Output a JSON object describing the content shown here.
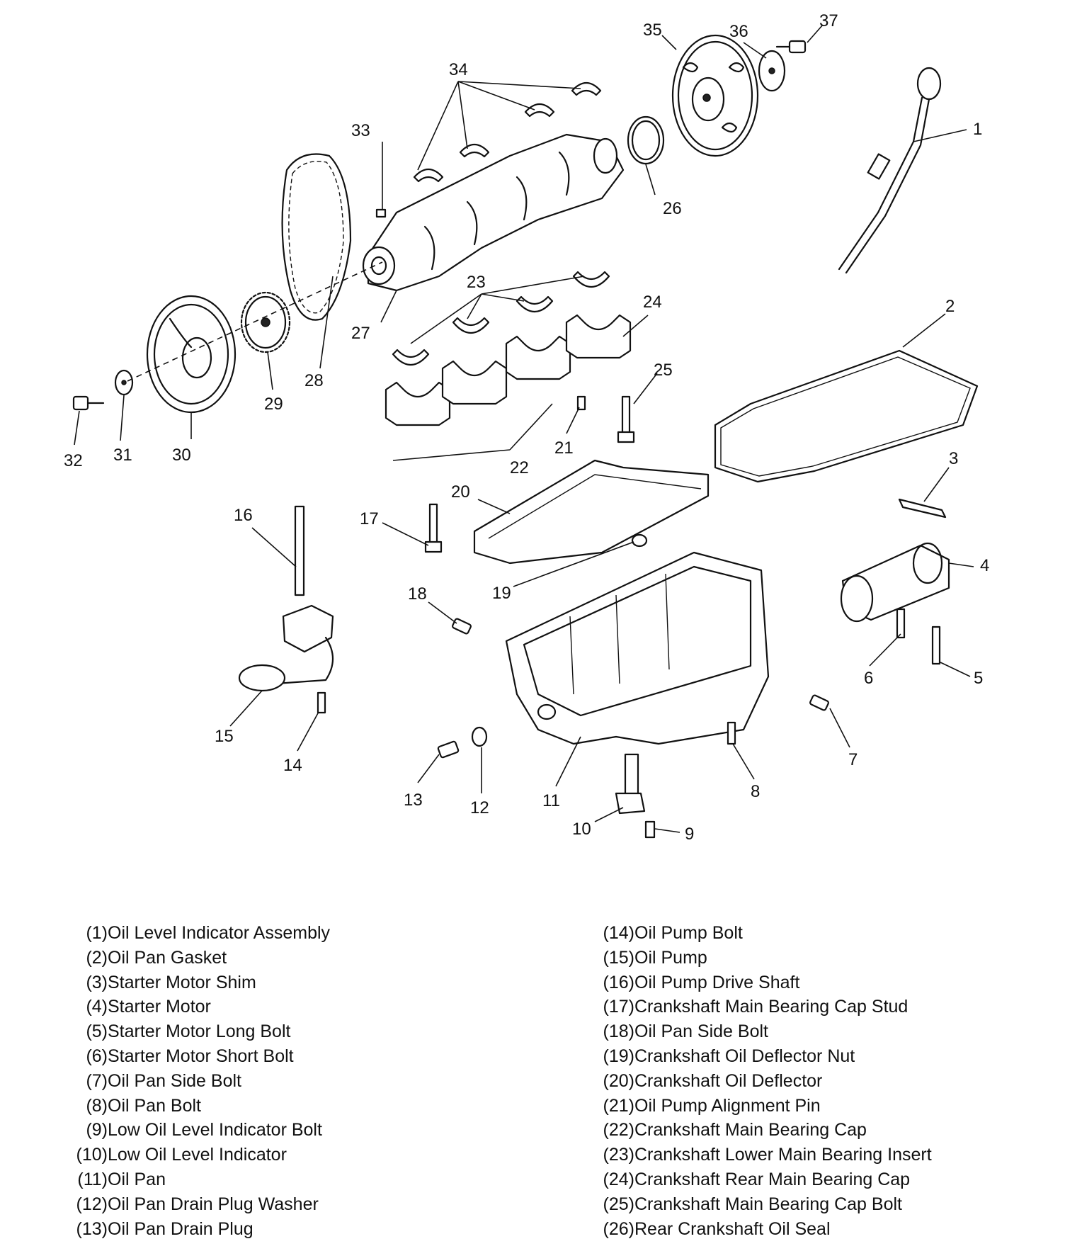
{
  "callouts": [
    "1",
    "2",
    "3",
    "4",
    "5",
    "6",
    "7",
    "8",
    "9",
    "10",
    "11",
    "12",
    "13",
    "14",
    "15",
    "16",
    "17",
    "18",
    "19",
    "20",
    "21",
    "22",
    "23",
    "24",
    "25",
    "26",
    "27",
    "28",
    "29",
    "30",
    "31",
    "32",
    "33",
    "34",
    "35",
    "36",
    "37"
  ],
  "legend": {
    "left": [
      {
        "num": "(1)",
        "label": "Oil Level Indicator Assembly"
      },
      {
        "num": "(2)",
        "label": "Oil Pan Gasket"
      },
      {
        "num": "(3)",
        "label": "Starter Motor Shim"
      },
      {
        "num": "(4)",
        "label": "Starter Motor"
      },
      {
        "num": "(5)",
        "label": "Starter Motor Long Bolt"
      },
      {
        "num": "(6)",
        "label": "Starter Motor Short Bolt"
      },
      {
        "num": "(7)",
        "label": "Oil Pan Side Bolt"
      },
      {
        "num": "(8)",
        "label": "Oil Pan Bolt"
      },
      {
        "num": "(9)",
        "label": "Low Oil Level Indicator Bolt"
      },
      {
        "num": "(10)",
        "label": "Low Oil Level Indicator"
      },
      {
        "num": "(11)",
        "label": "Oil Pan"
      },
      {
        "num": "(12)",
        "label": "Oil Pan Drain Plug Washer"
      },
      {
        "num": "(13)",
        "label": "Oil Pan Drain Plug"
      }
    ],
    "right": [
      {
        "num": "(14)",
        "label": "Oil Pump Bolt"
      },
      {
        "num": "(15)",
        "label": "Oil Pump"
      },
      {
        "num": "(16)",
        "label": "Oil Pump Drive Shaft"
      },
      {
        "num": "(17)",
        "label": "Crankshaft Main Bearing Cap Stud"
      },
      {
        "num": "(18)",
        "label": "Oil Pan Side Bolt"
      },
      {
        "num": "(19)",
        "label": "Crankshaft Oil Deflector Nut"
      },
      {
        "num": "(20)",
        "label": "Crankshaft Oil Deflector"
      },
      {
        "num": "(21)",
        "label": "Oil Pump Alignment Pin"
      },
      {
        "num": "(22)",
        "label": "Crankshaft Main Bearing Cap"
      },
      {
        "num": "(23)",
        "label": "Crankshaft Lower Main Bearing Insert"
      },
      {
        "num": "(24)",
        "label": "Crankshaft Rear Main Bearing Cap"
      },
      {
        "num": "(25)",
        "label": "Crankshaft Main Bearing Cap Bolt"
      },
      {
        "num": "(26)",
        "label": "Rear Crankshaft Oil Seal"
      }
    ]
  }
}
